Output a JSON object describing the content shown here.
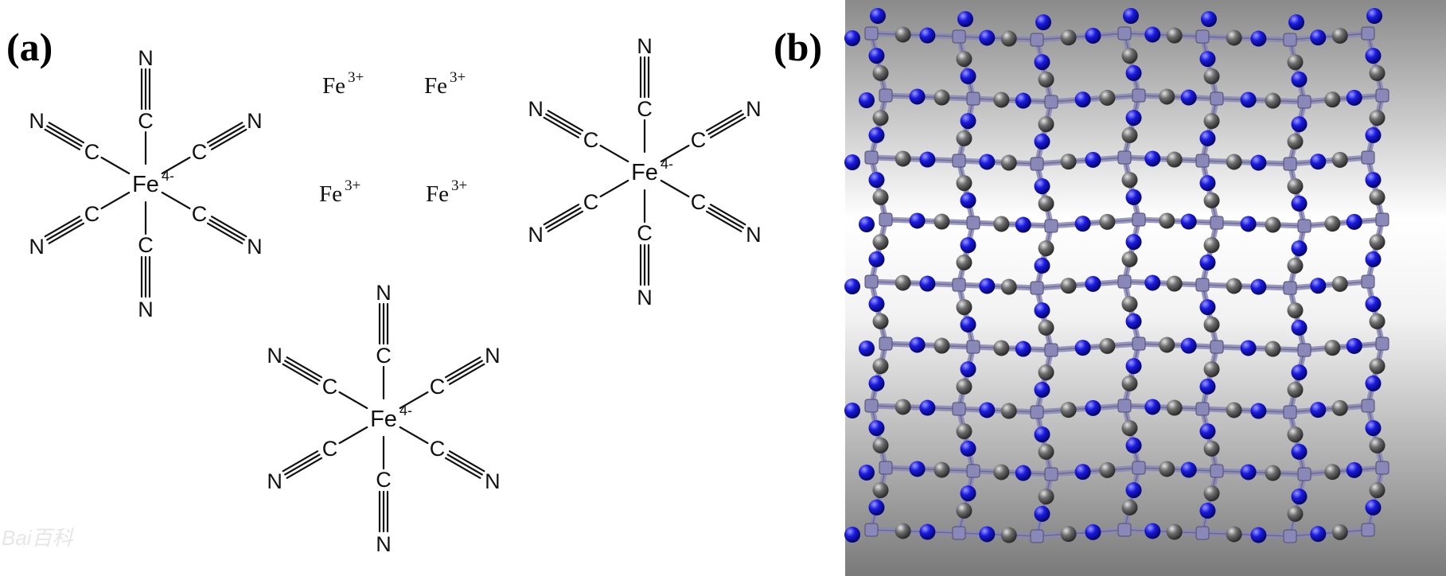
{
  "panel_a_label": "(a)",
  "panel_b_label": "(b)",
  "complex": {
    "metal": "Fe",
    "charge": "4-",
    "carbon": "C",
    "nitrogen": "N"
  },
  "ions": [
    {
      "symbol": "Fe",
      "charge": "3+"
    },
    {
      "symbol": "Fe",
      "charge": "3+"
    },
    {
      "symbol": "Fe",
      "charge": "3+"
    },
    {
      "symbol": "Fe",
      "charge": "3+"
    }
  ],
  "watermark": "Bai百科",
  "colors": {
    "nitrogen_sphere": "#1a1ae0",
    "carbon_sphere": "#6e6e6e",
    "iron_node": "#8a88b8",
    "background_top": "#8c8c8c",
    "background_mid": "#ffffff"
  }
}
